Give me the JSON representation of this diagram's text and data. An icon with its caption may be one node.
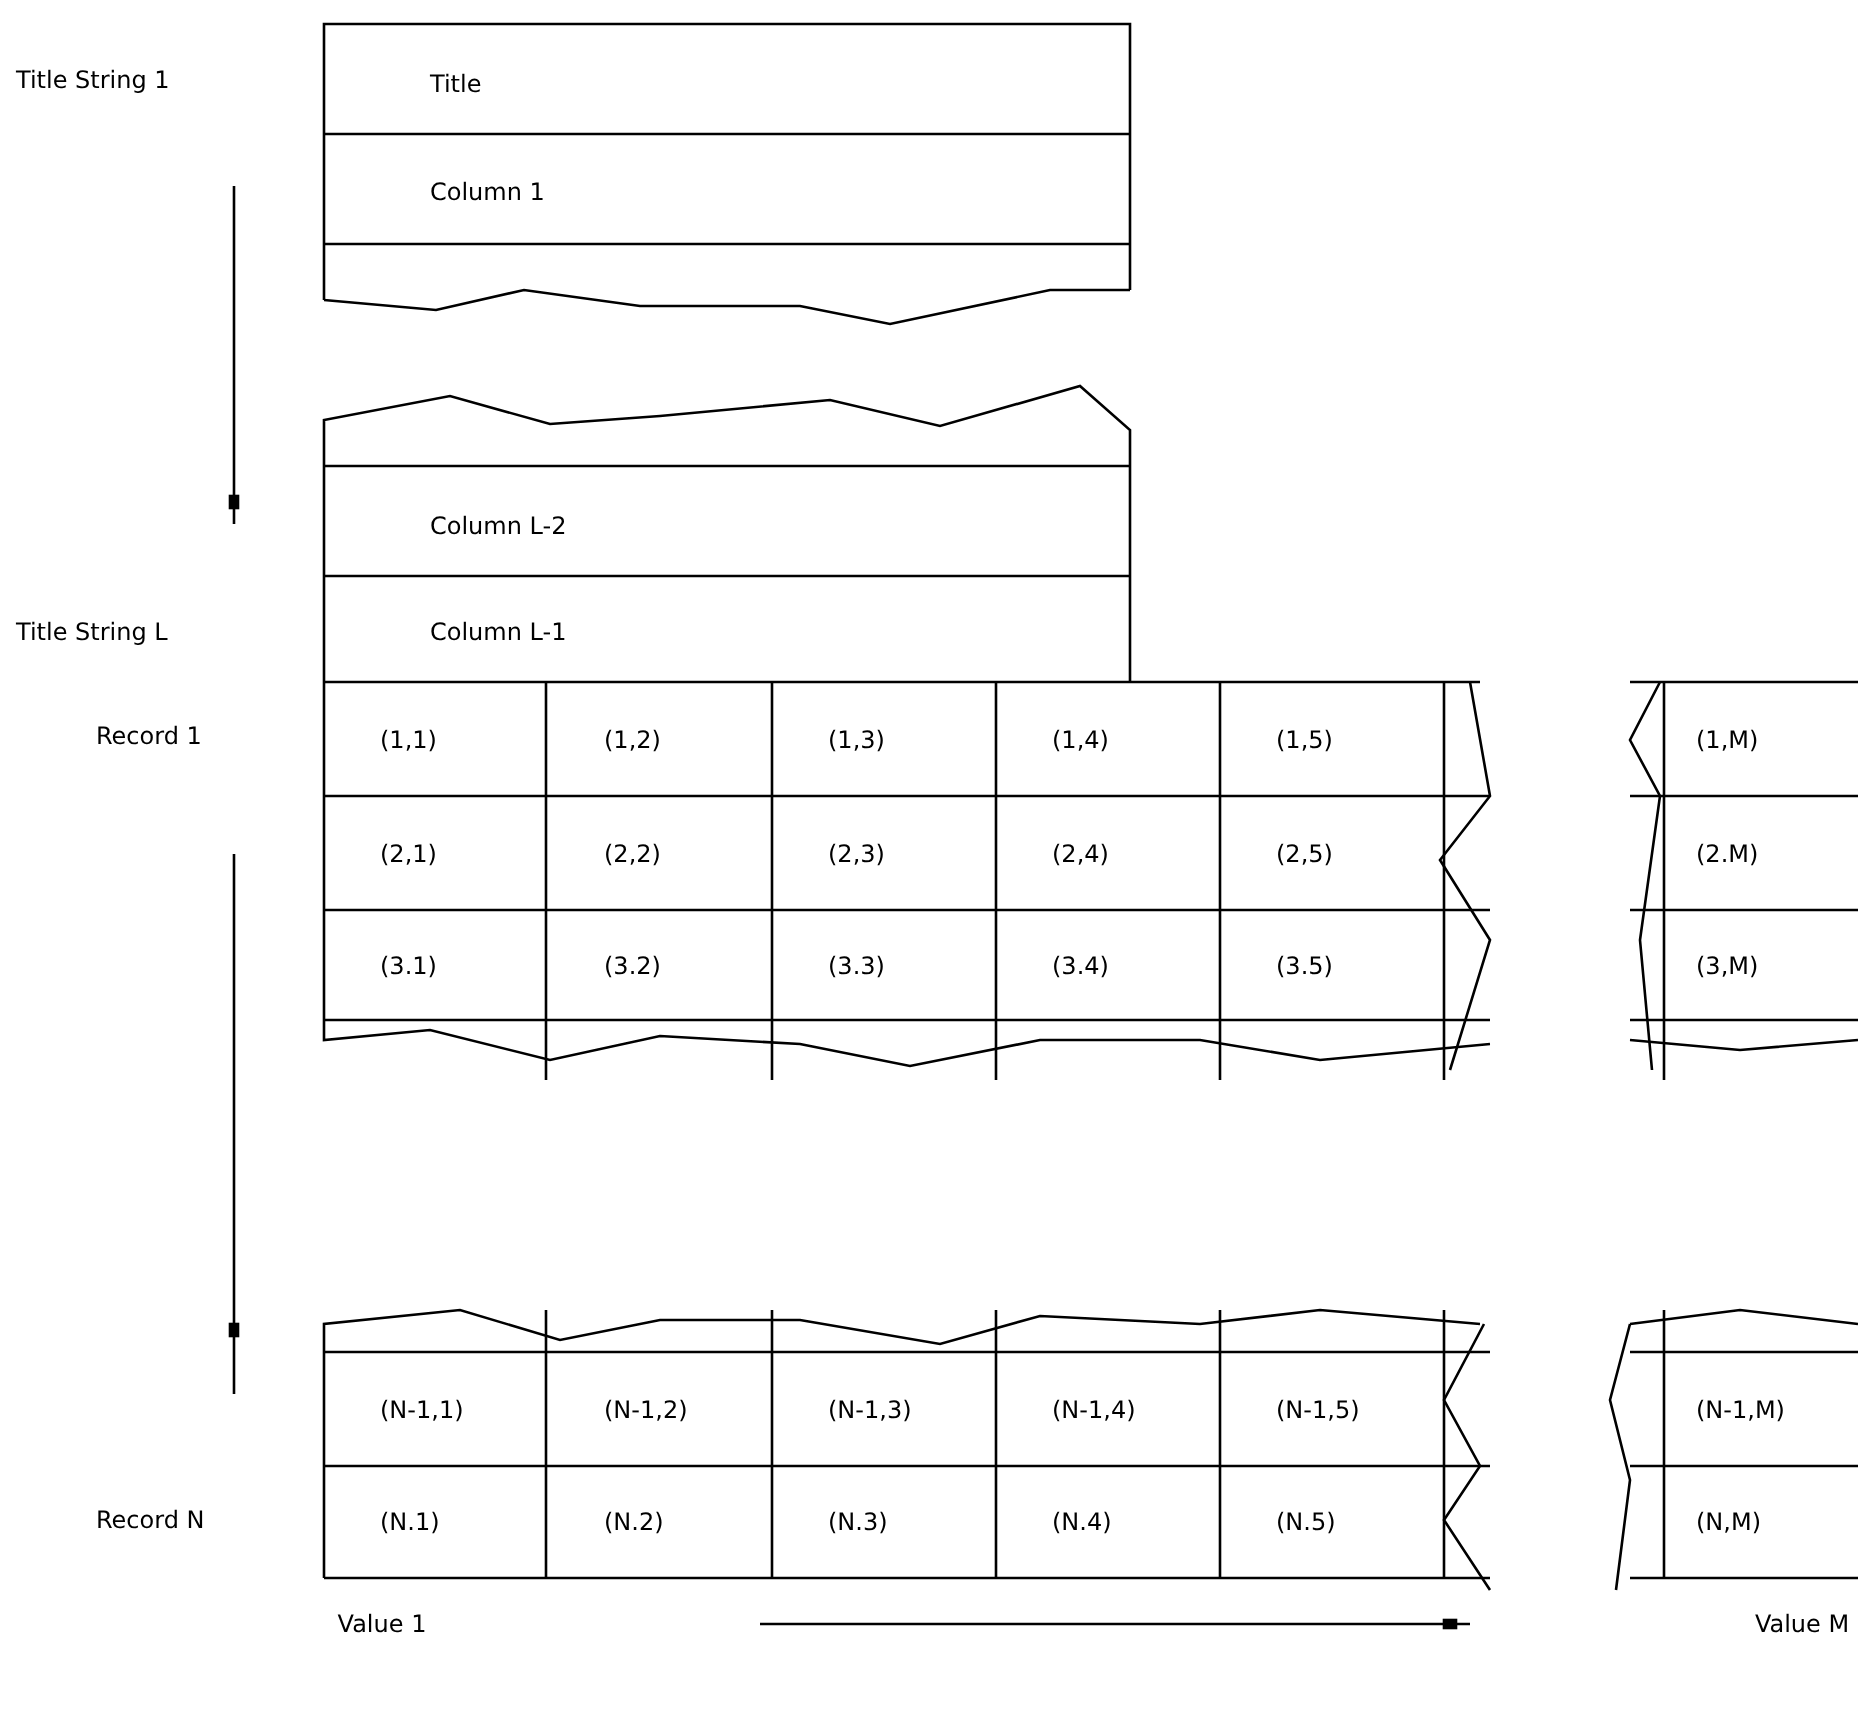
{
  "diagram": {
    "labels": [
      "Title String 1",
      "Title",
      "Column 1",
      "Column L-2",
      "Title String L",
      "Column L-1",
      "Record 1",
      "(1,1)",
      "(1,2)",
      "(1,3)",
      "(1,4)",
      "(1,5)",
      "(1,M)",
      "(2,1)",
      "(2,2)",
      "(2,3)",
      "(2,4)",
      "(2,5)",
      "(2.M)",
      "(3.1)",
      "(3.2)",
      "(3.3)",
      "(3.4)",
      "(3.5)",
      "(3,M)",
      "(N-1,1)",
      "(N-1,2)",
      "(N-1,3)",
      "(N-1,4)",
      "(N-1,5)",
      "(N-1,M)",
      "Record N",
      "(N.1)",
      "(N.2)",
      "(N.3)",
      "(N.4)",
      "(N.5)",
      "(N,M)",
      "Value 1",
      "Value M"
    ]
  }
}
